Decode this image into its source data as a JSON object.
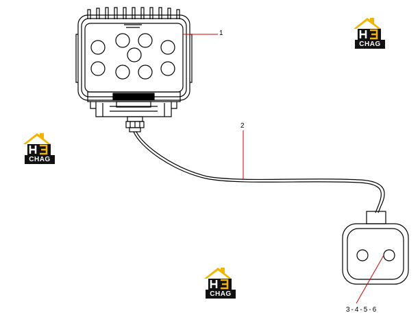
{
  "callouts": {
    "lamp": "1",
    "cable": "2",
    "connector": "3-4-5-6"
  },
  "watermark": {
    "word": "CHAG"
  },
  "colors": {
    "leader_line": "#cc0000",
    "outline": "#000000",
    "watermark_gold": "#f2b400",
    "watermark_dark": "#111111"
  }
}
